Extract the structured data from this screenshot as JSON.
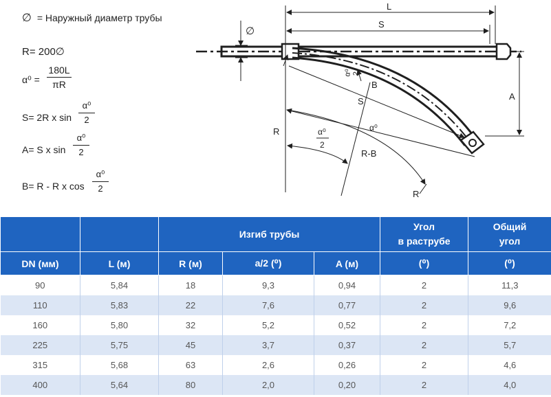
{
  "legend": {
    "symbol": "∅",
    "text": "= Наружный диаметр трубы"
  },
  "formulas": {
    "r": "R= 200",
    "r_symbol": "∅",
    "alpha_lhs": "α⁰ =",
    "alpha_num": "180L",
    "alpha_den": "πR",
    "s_lhs": "S= 2R x sin",
    "a_lhs": "A= S x sin",
    "b_lhs": "B= R - R x cos",
    "half_num": "α⁰",
    "half_den": "2"
  },
  "diagram_labels": {
    "L": "L",
    "S_top": "S",
    "diam": "∅",
    "S_mid": "S",
    "B": "B",
    "A": "A",
    "alpha": "α⁰",
    "R_left": "R",
    "half_num": "α⁰",
    "half_den": "2",
    "RB": "R-B",
    "R_bottom": "R"
  },
  "table": {
    "header_group": "Изгиб трубы",
    "header_socket": "Угол\nв раструбе",
    "header_total": "Общий\nугол",
    "columns": [
      "DN (мм)",
      "L (м)",
      "R (м)",
      "a/2 (⁰)",
      "A (м)",
      "(⁰)",
      "(⁰)"
    ],
    "rows": [
      [
        "90",
        "5,84",
        "18",
        "9,3",
        "0,94",
        "2",
        "11,3"
      ],
      [
        "110",
        "5,83",
        "22",
        "7,6",
        "0,77",
        "2",
        "9,6"
      ],
      [
        "160",
        "5,80",
        "32",
        "5,2",
        "0,52",
        "2",
        "7,2"
      ],
      [
        "225",
        "5,75",
        "45",
        "3,7",
        "0,37",
        "2",
        "5,7"
      ],
      [
        "315",
        "5,68",
        "63",
        "2,6",
        "0,26",
        "2",
        "4,6"
      ],
      [
        "400",
        "5,64",
        "80",
        "2,0",
        "0,20",
        "2",
        "4,0"
      ]
    ]
  },
  "colors": {
    "header": "#1f64c0",
    "alt_row": "#dce6f5",
    "ink": "#1f1f1f"
  }
}
